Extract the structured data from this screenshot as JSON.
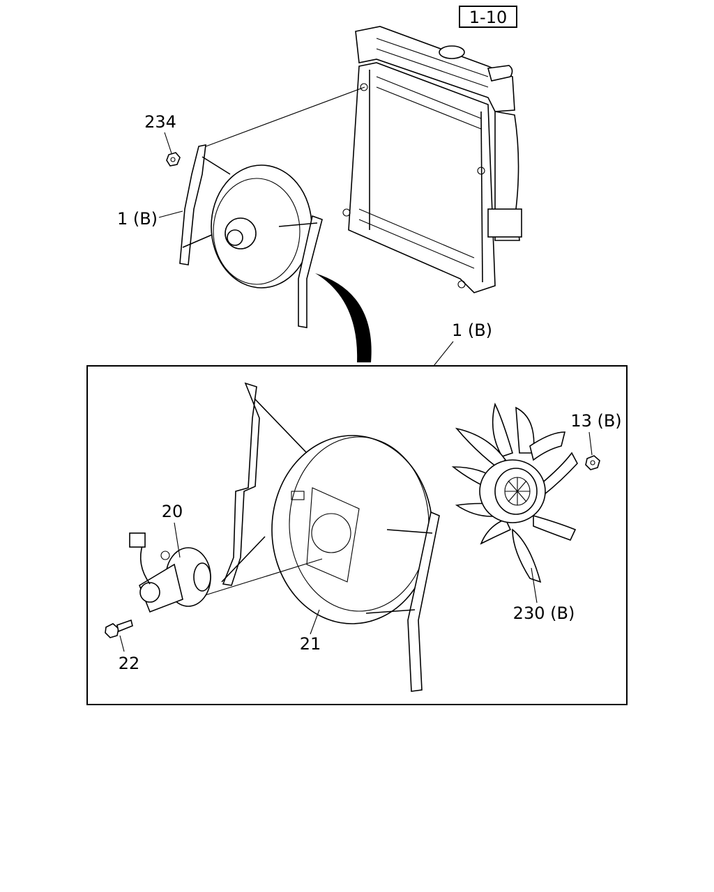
{
  "labels": {
    "ref_box": "1-10",
    "nut_top": "234",
    "fan_assembly_top": "1 (B)",
    "fan_assembly_detail": "1 (B)",
    "nut_detail": "13 (B)",
    "motor": "20",
    "shroud": "21",
    "bolt": "22",
    "fan_blade": "230 (B)"
  }
}
